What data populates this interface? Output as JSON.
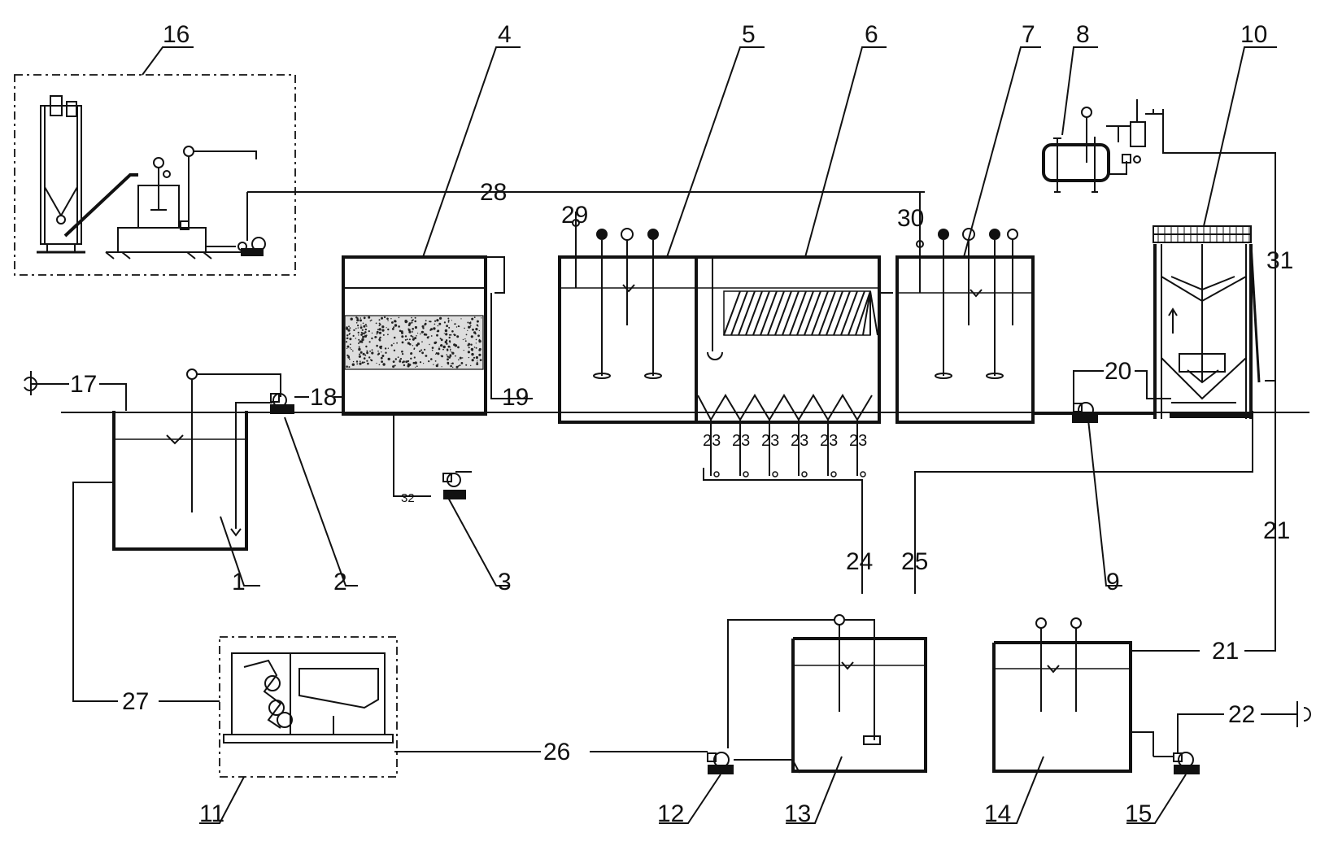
{
  "diagram": {
    "callouts": [
      {
        "id": "c1",
        "label": "1"
      },
      {
        "id": "c2",
        "label": "2"
      },
      {
        "id": "c3",
        "label": "3"
      },
      {
        "id": "c4",
        "label": "4"
      },
      {
        "id": "c5",
        "label": "5"
      },
      {
        "id": "c6",
        "label": "6"
      },
      {
        "id": "c7",
        "label": "7"
      },
      {
        "id": "c8",
        "label": "8"
      },
      {
        "id": "c9",
        "label": "9"
      },
      {
        "id": "c10",
        "label": "10"
      },
      {
        "id": "c11",
        "label": "11"
      },
      {
        "id": "c12",
        "label": "12"
      },
      {
        "id": "c13",
        "label": "13"
      },
      {
        "id": "c14",
        "label": "14"
      },
      {
        "id": "c15",
        "label": "15"
      },
      {
        "id": "c16",
        "label": "16"
      }
    ],
    "pipe_labels": [
      {
        "id": "p17",
        "label": "17"
      },
      {
        "id": "p18",
        "label": "18"
      },
      {
        "id": "p19",
        "label": "19"
      },
      {
        "id": "p20",
        "label": "20"
      },
      {
        "id": "p21a",
        "label": "21"
      },
      {
        "id": "p21b",
        "label": "21"
      },
      {
        "id": "p22",
        "label": "22"
      },
      {
        "id": "p24",
        "label": "24"
      },
      {
        "id": "p25",
        "label": "25"
      },
      {
        "id": "p26",
        "label": "26"
      },
      {
        "id": "p27",
        "label": "27"
      },
      {
        "id": "p28",
        "label": "28"
      },
      {
        "id": "p29",
        "label": "29"
      },
      {
        "id": "p30",
        "label": "30"
      },
      {
        "id": "p31",
        "label": "31"
      },
      {
        "id": "p32",
        "label": "32"
      }
    ],
    "valve_label": "23",
    "valve_count": 6
  }
}
